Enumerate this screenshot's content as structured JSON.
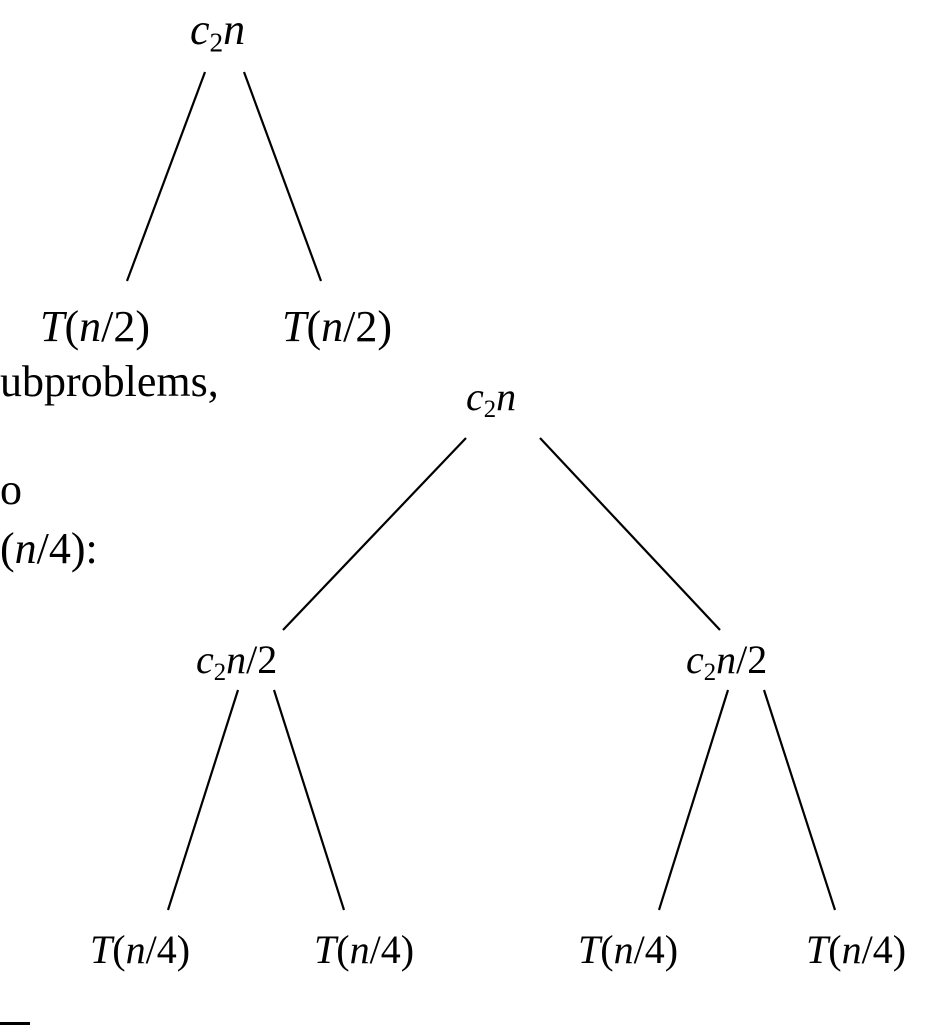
{
  "text_fragments": [
    "ubproblems,",
    "o",
    "(n/4):"
  ],
  "tree_top": {
    "root": {
      "c": "c",
      "sub": "2",
      "var": "n"
    },
    "children": [
      {
        "func": "T",
        "open": "(",
        "var": "n",
        "rest": "/2)"
      },
      {
        "func": "T",
        "open": "(",
        "var": "n",
        "rest": "/2)"
      }
    ]
  },
  "tree_bottom": {
    "root": {
      "c": "c",
      "sub": "2",
      "var": "n"
    },
    "mid": [
      {
        "c": "c",
        "sub": "2",
        "var": "n",
        "rest": "/2"
      },
      {
        "c": "c",
        "sub": "2",
        "var": "n",
        "rest": "/2"
      }
    ],
    "leaves": [
      {
        "func": "T",
        "open": "(",
        "var": "n",
        "rest": "/4)"
      },
      {
        "func": "T",
        "open": "(",
        "var": "n",
        "rest": "/4)"
      },
      {
        "func": "T",
        "open": "(",
        "var": "n",
        "rest": "/4)"
      },
      {
        "func": "T",
        "open": "(",
        "var": "n",
        "rest": "/4)"
      }
    ]
  }
}
